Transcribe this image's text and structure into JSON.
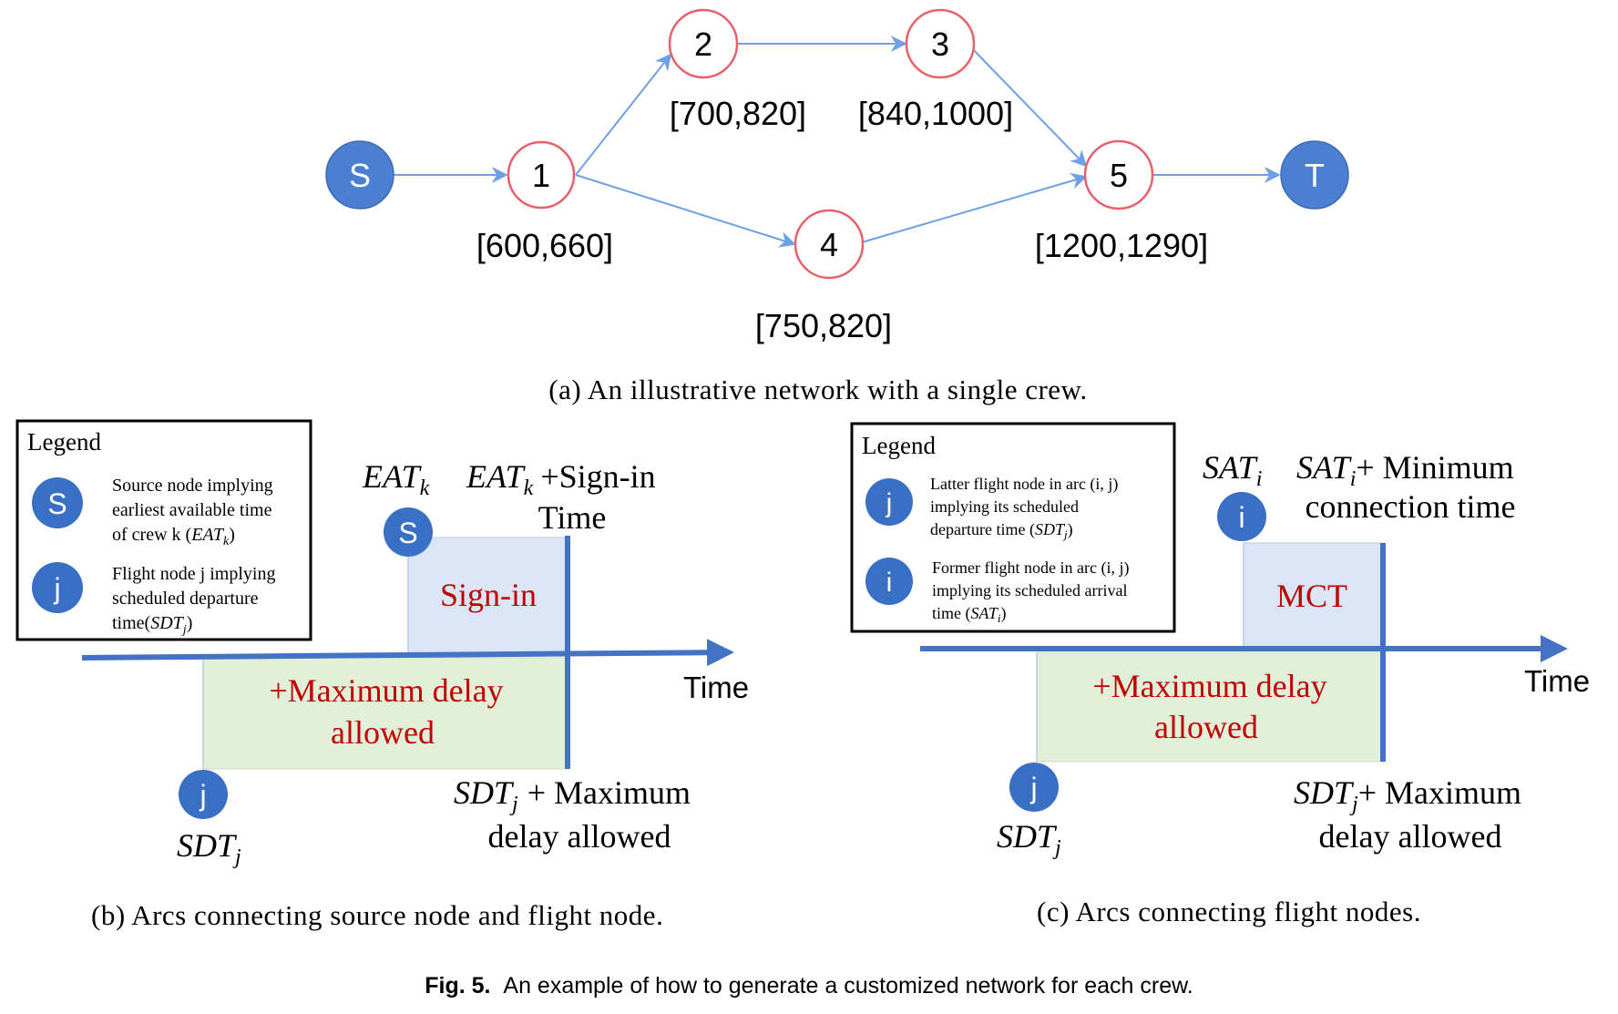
{
  "panel_a": {
    "nodes": {
      "S": "S",
      "n1": "1",
      "n2": "2",
      "n3": "3",
      "n4": "4",
      "n5": "5",
      "T": "T"
    },
    "windows": {
      "n1": "[600,660]",
      "n2": "[700,820]",
      "n3": "[840,1000]",
      "n4": "[750,820]",
      "n5": "[1200,1290]"
    },
    "caption": "(a) An illustrative network with a single crew."
  },
  "panel_b": {
    "legend_title": "Legend",
    "legend_source_symbol": "S",
    "legend_source_lines": [
      "Source node implying",
      "earliest available time",
      "of crew k ("
    ],
    "legend_source_math": "EAT",
    "legend_source_sub": "k",
    "legend_flight_symbol": "j",
    "legend_flight_lines": [
      "Flight node j implying",
      "scheduled departure",
      "time("
    ],
    "legend_flight_math": "SDT",
    "legend_flight_sub": "j",
    "eat_label": "EAT",
    "eat_sub": "k",
    "eat_plus_label": "+Sign-in",
    "eat_plus_line2": "Time",
    "node_S": "S",
    "node_j": "j",
    "sign_in_box": "Sign-in",
    "max_delay_line1": "+Maximum delay",
    "max_delay_line2": "allowed",
    "time_label": "Time",
    "sdt_label": "SDT",
    "sdt_sub": "j",
    "sdt_plus_line1": "+ Maximum",
    "sdt_plus_line2": "delay allowed",
    "caption": "(b) Arcs connecting source node and flight node."
  },
  "panel_c": {
    "legend_title": "Legend",
    "legend_latter_symbol": "j",
    "legend_latter_lines": [
      "Latter flight node in arc (i, j)",
      "implying its scheduled",
      "departure time ("
    ],
    "legend_latter_math": "SDT",
    "legend_latter_sub": "j",
    "legend_former_symbol": "i",
    "legend_former_lines": [
      "Former flight node in arc (i, j)",
      "implying its scheduled arrival",
      "time ("
    ],
    "legend_former_math": "SAT",
    "legend_former_sub": "i",
    "sat_label": "SAT",
    "sat_sub": "i",
    "sat_plus_line1": "+ Minimum",
    "sat_plus_line2": "connection time",
    "node_i": "i",
    "node_j": "j",
    "mct_box": "MCT",
    "max_delay_line1": "+Maximum delay",
    "max_delay_line2": "allowed",
    "time_label": "Time",
    "sdt_label": "SDT",
    "sdt_sub": "j",
    "sdt_plus_line1": "+ Maximum",
    "sdt_plus_line2": "delay allowed",
    "caption": "(c) Arcs connecting flight nodes."
  },
  "figure": {
    "label": "Fig. 5.",
    "title": "An example of how to generate a customized network for each crew."
  },
  "colors": {
    "blue_node": "#4a7fd1",
    "red_ring": "#e8606a",
    "arrow_blue": "#6f9fe6",
    "axis_blue": "#4472c4",
    "red_text": "#c00000",
    "box_blue": "#dae5f5",
    "box_green": "#e2efd9"
  }
}
